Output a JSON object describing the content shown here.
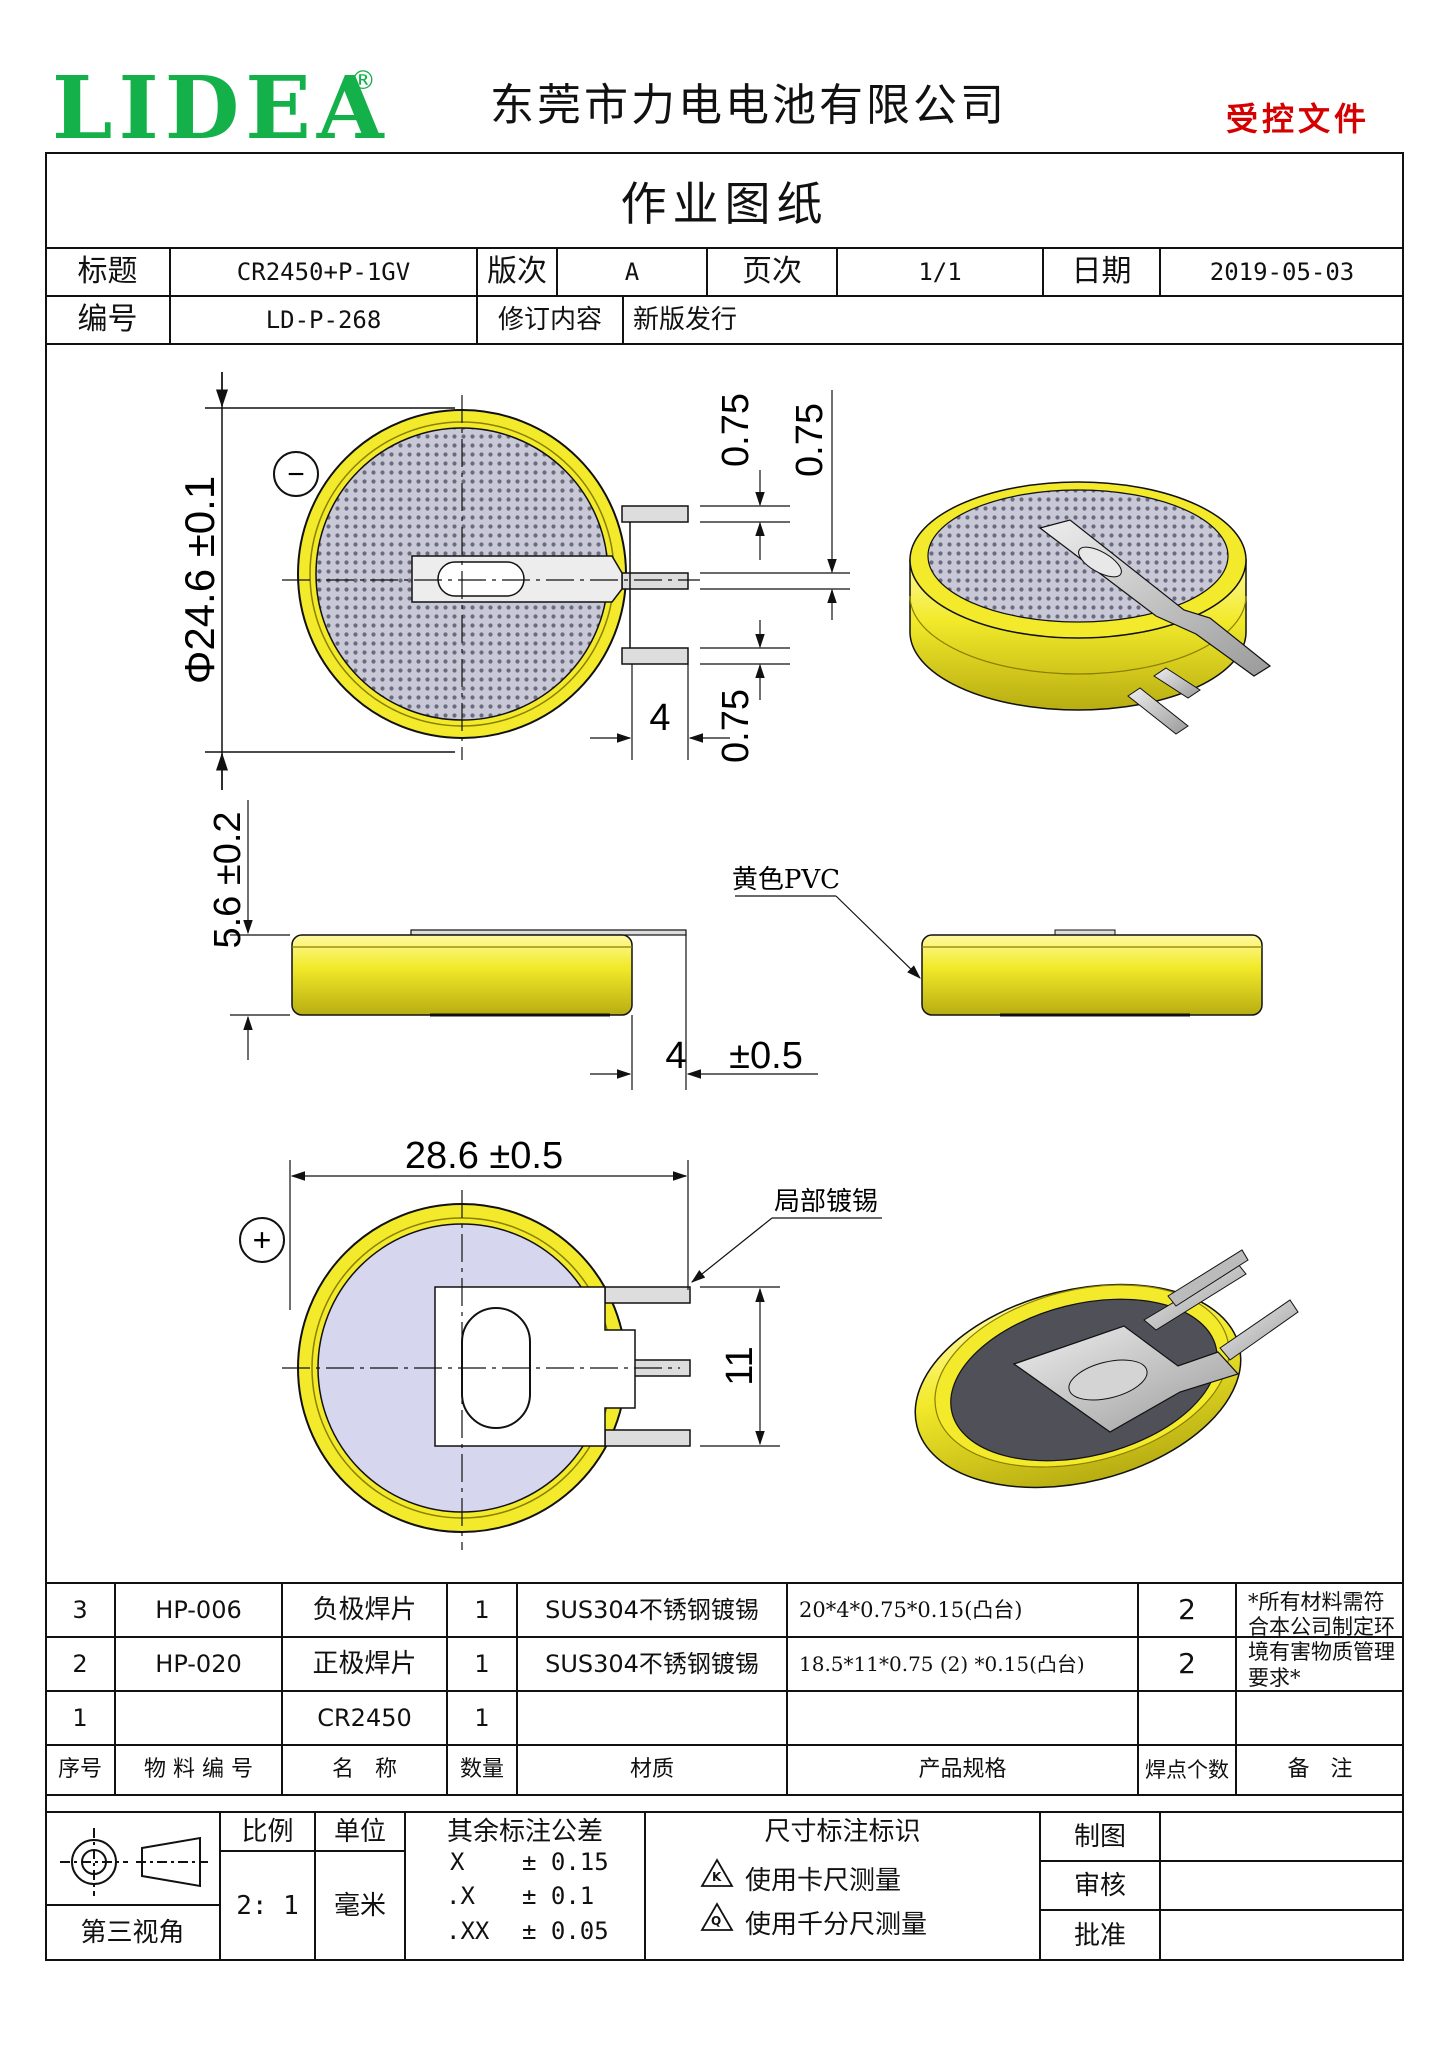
{
  "header": {
    "logo_text": "LIDEA",
    "logo_mark": "®",
    "company_name": "东莞市力电电池有限公司",
    "control_stamp": "受控文件",
    "brand_color": "#14b14a",
    "stamp_color": "#d50000"
  },
  "doc": {
    "title": "作业图纸",
    "title_label": "标题",
    "title_value": "CR2450+P-1GV",
    "version_label": "版次",
    "version_value": "A",
    "page_label": "页次",
    "page_value": "1/1",
    "date_label": "日期",
    "date_value": "2019-05-03",
    "number_label": "编号",
    "number_value": "LD-P-268",
    "revision_label": "修订内容",
    "revision_value": "新版发行"
  },
  "drawing": {
    "body_color": "#f2ea2a",
    "body_edge_color": "#b9ae0a",
    "neg_face_color": "#bdbdd2",
    "pos_face_color": "#d6d7ee",
    "symbol_negative": "−",
    "symbol_positive": "+",
    "dim_diameter": "Φ24.6 ±0.1",
    "dim_thickness": "5.6 ±0.2",
    "dim_tab_top": "0.75",
    "dim_tab_gap": "0.75",
    "dim_tab_bottom": "0.75",
    "dim_tab_len_top": "4",
    "dim_tab_len_side": "4",
    "dim_tab_len_tol": "±0.5",
    "dim_overall_width": "28.6 ±0.5",
    "dim_tab_span": "11",
    "label_pvc": "黄色PVC",
    "label_plating": "局部镀锡"
  },
  "bom": {
    "headers": [
      "序号",
      "物 料 编 号",
      "名   称",
      "数量",
      "材质",
      "产品规格",
      "焊点个数",
      "备   注"
    ],
    "rows": [
      {
        "no": "3",
        "code": "HP-006",
        "name": "负极焊片",
        "qty": "1",
        "material": "SUS304不锈钢镀锡",
        "spec": "20*4*0.75*0.15(凸台)",
        "points": "2"
      },
      {
        "no": "2",
        "code": "HP-020",
        "name": "正极焊片",
        "qty": "1",
        "material": "SUS304不锈钢镀锡",
        "spec": "18.5*11*0.75 (2) *0.15(凸台)",
        "points": "2"
      },
      {
        "no": "1",
        "code": "",
        "name": "CR2450",
        "qty": "1",
        "material": "",
        "spec": "",
        "points": ""
      }
    ],
    "note": "*所有材料需符合本公司制定环境有害物质管理要求*"
  },
  "titleblock": {
    "projection_label": "第三视角",
    "scale_label": "比例",
    "scale_value": "2: 1",
    "unit_label": "单位",
    "unit_value": "毫米",
    "tolerance_label": "其余标注公差",
    "tol_rows": [
      {
        "k": "X",
        "v": "± 0.15"
      },
      {
        "k": ".X",
        "v": "± 0.1"
      },
      {
        "k": ".XX",
        "v": "± 0.05"
      }
    ],
    "dimmark_label": "尺寸标注标识",
    "dimmark_k_symbol": "K",
    "dimmark_k_text": "使用卡尺测量",
    "dimmark_q_symbol": "Q",
    "dimmark_q_text": "使用千分尺测量",
    "drawn_label": "制图",
    "check_label": "审核",
    "approve_label": "批准"
  }
}
